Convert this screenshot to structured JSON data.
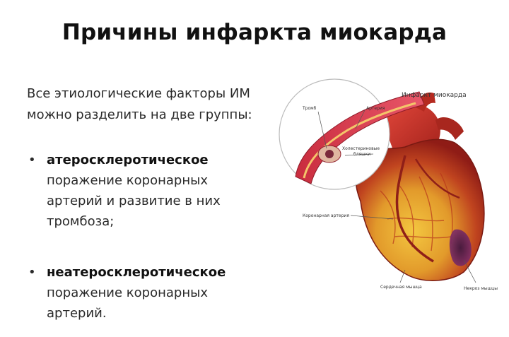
{
  "slide": {
    "title": "Причины инфаркта миокарда",
    "intro_line1": "Все этиологические факторы ИМ",
    "intro_line2": "можно разделить на две группы:",
    "bullets": [
      {
        "bold": "атеросклеротическое",
        "lines": [
          "поражение коронарных",
          "артерий и развитие в них",
          "тромбоза;"
        ]
      },
      {
        "bold": "неатеросклеротическое",
        "lines": [
          "поражение коронарных",
          "артерий."
        ]
      }
    ]
  },
  "figure": {
    "caption": "Инфаркт миокарда",
    "labels": {
      "thrombus": "Тромб",
      "artery": "Артерия",
      "plaque_line1": "Холестериновые",
      "plaque_line2": "бляшки",
      "coronary": "Коронарная артерия",
      "muscle": "Сердечная мышца",
      "necrosis": "Некроз мышцы"
    }
  }
}
